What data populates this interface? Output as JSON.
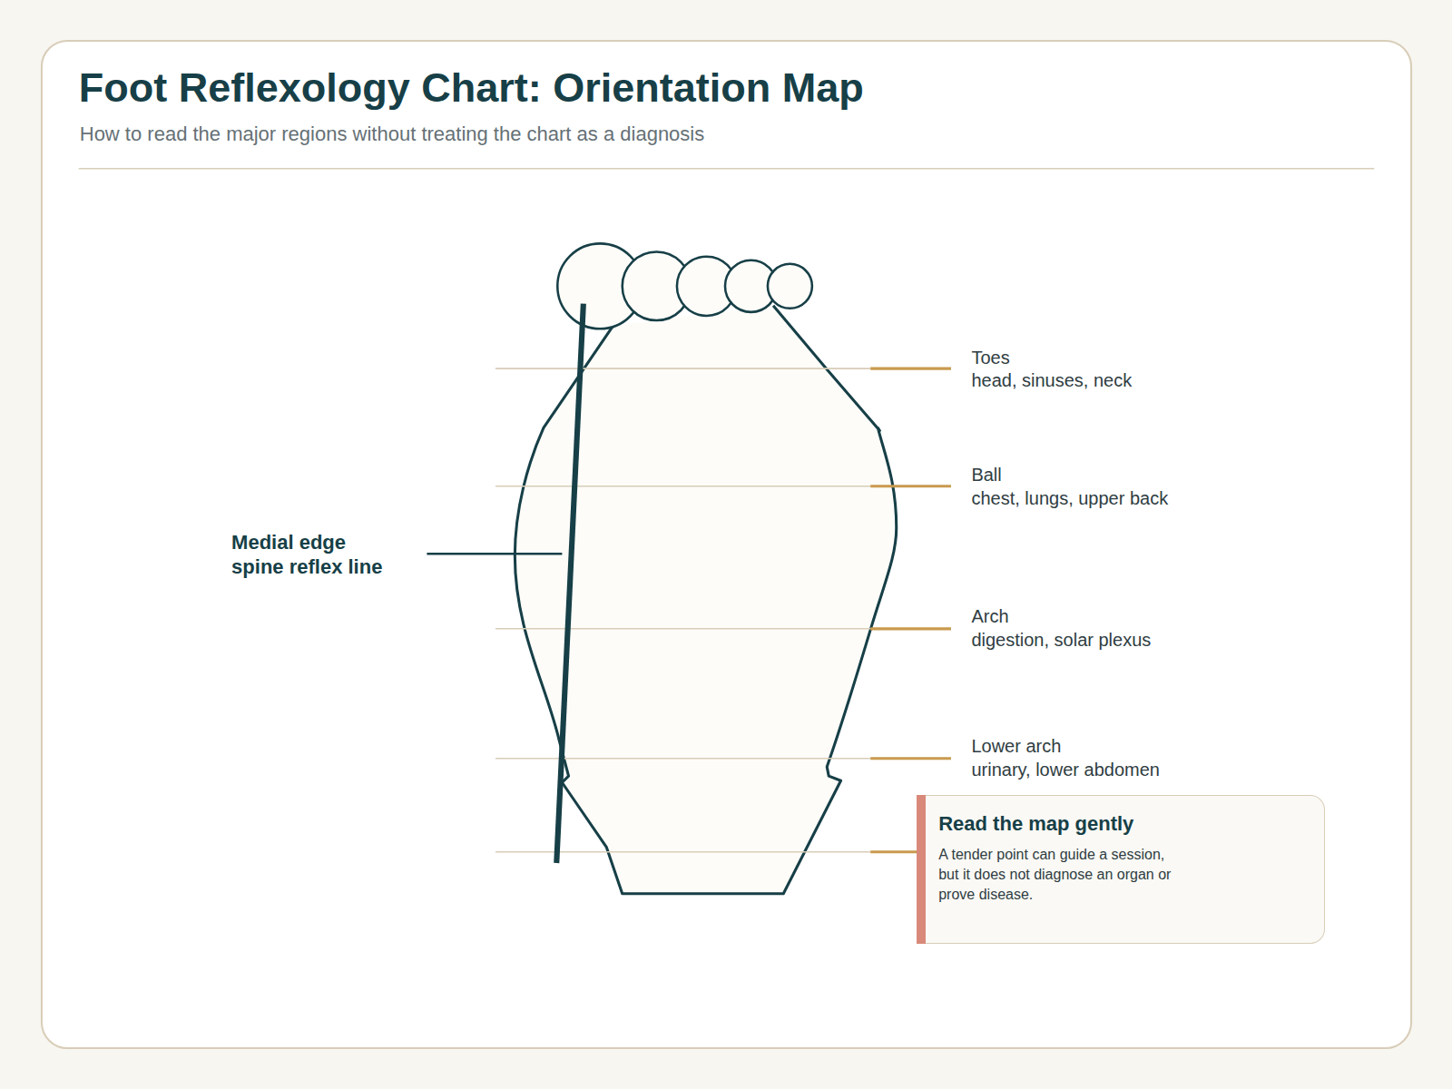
{
  "diagram": {
    "title": "Foot Reflexology Chart: Orientation Map",
    "caption": "How to read the major regions without treating the chart as a diagnosis",
    "nodes": [
      {
        "text": [
          "Read the map gently",
          "A tender point can guide a session, but it does not diagnose an organ or prove disease."
        ]
      }
    ],
    "labels": [
      "Toes",
      "head, sinuses, neck",
      "Ball",
      "chest, lungs, upper back",
      "Arch",
      "digestion, solar plexus",
      "Lower arch",
      "urinary, lower abdomen",
      "Medial edge spine reflex line"
    ]
  }
}
